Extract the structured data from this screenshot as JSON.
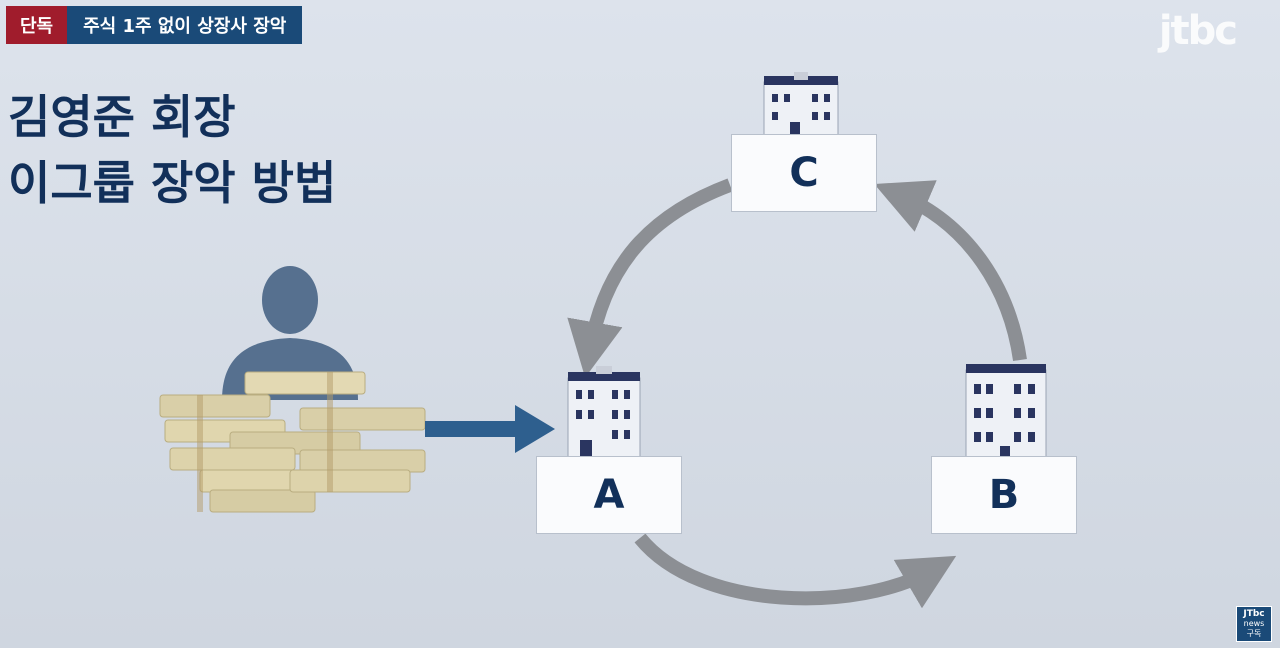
{
  "header": {
    "exclusive_label": "단독",
    "headline": "주식 1주 없이 상장사 장악"
  },
  "logo": "jtbc",
  "title": {
    "line1": "김영준 회장",
    "line2": "이그룹 장악 방법"
  },
  "boxes": {
    "a": "A",
    "b": "B",
    "c": "C"
  },
  "subscribe_badge": {
    "logo": "JTbc",
    "sub": "news",
    "label": "구독"
  },
  "colors": {
    "navy": "#12305a",
    "red": "#a01c2c",
    "blue_arrow": "#2e5f8e",
    "gray_arrow": "#8c8f94"
  }
}
